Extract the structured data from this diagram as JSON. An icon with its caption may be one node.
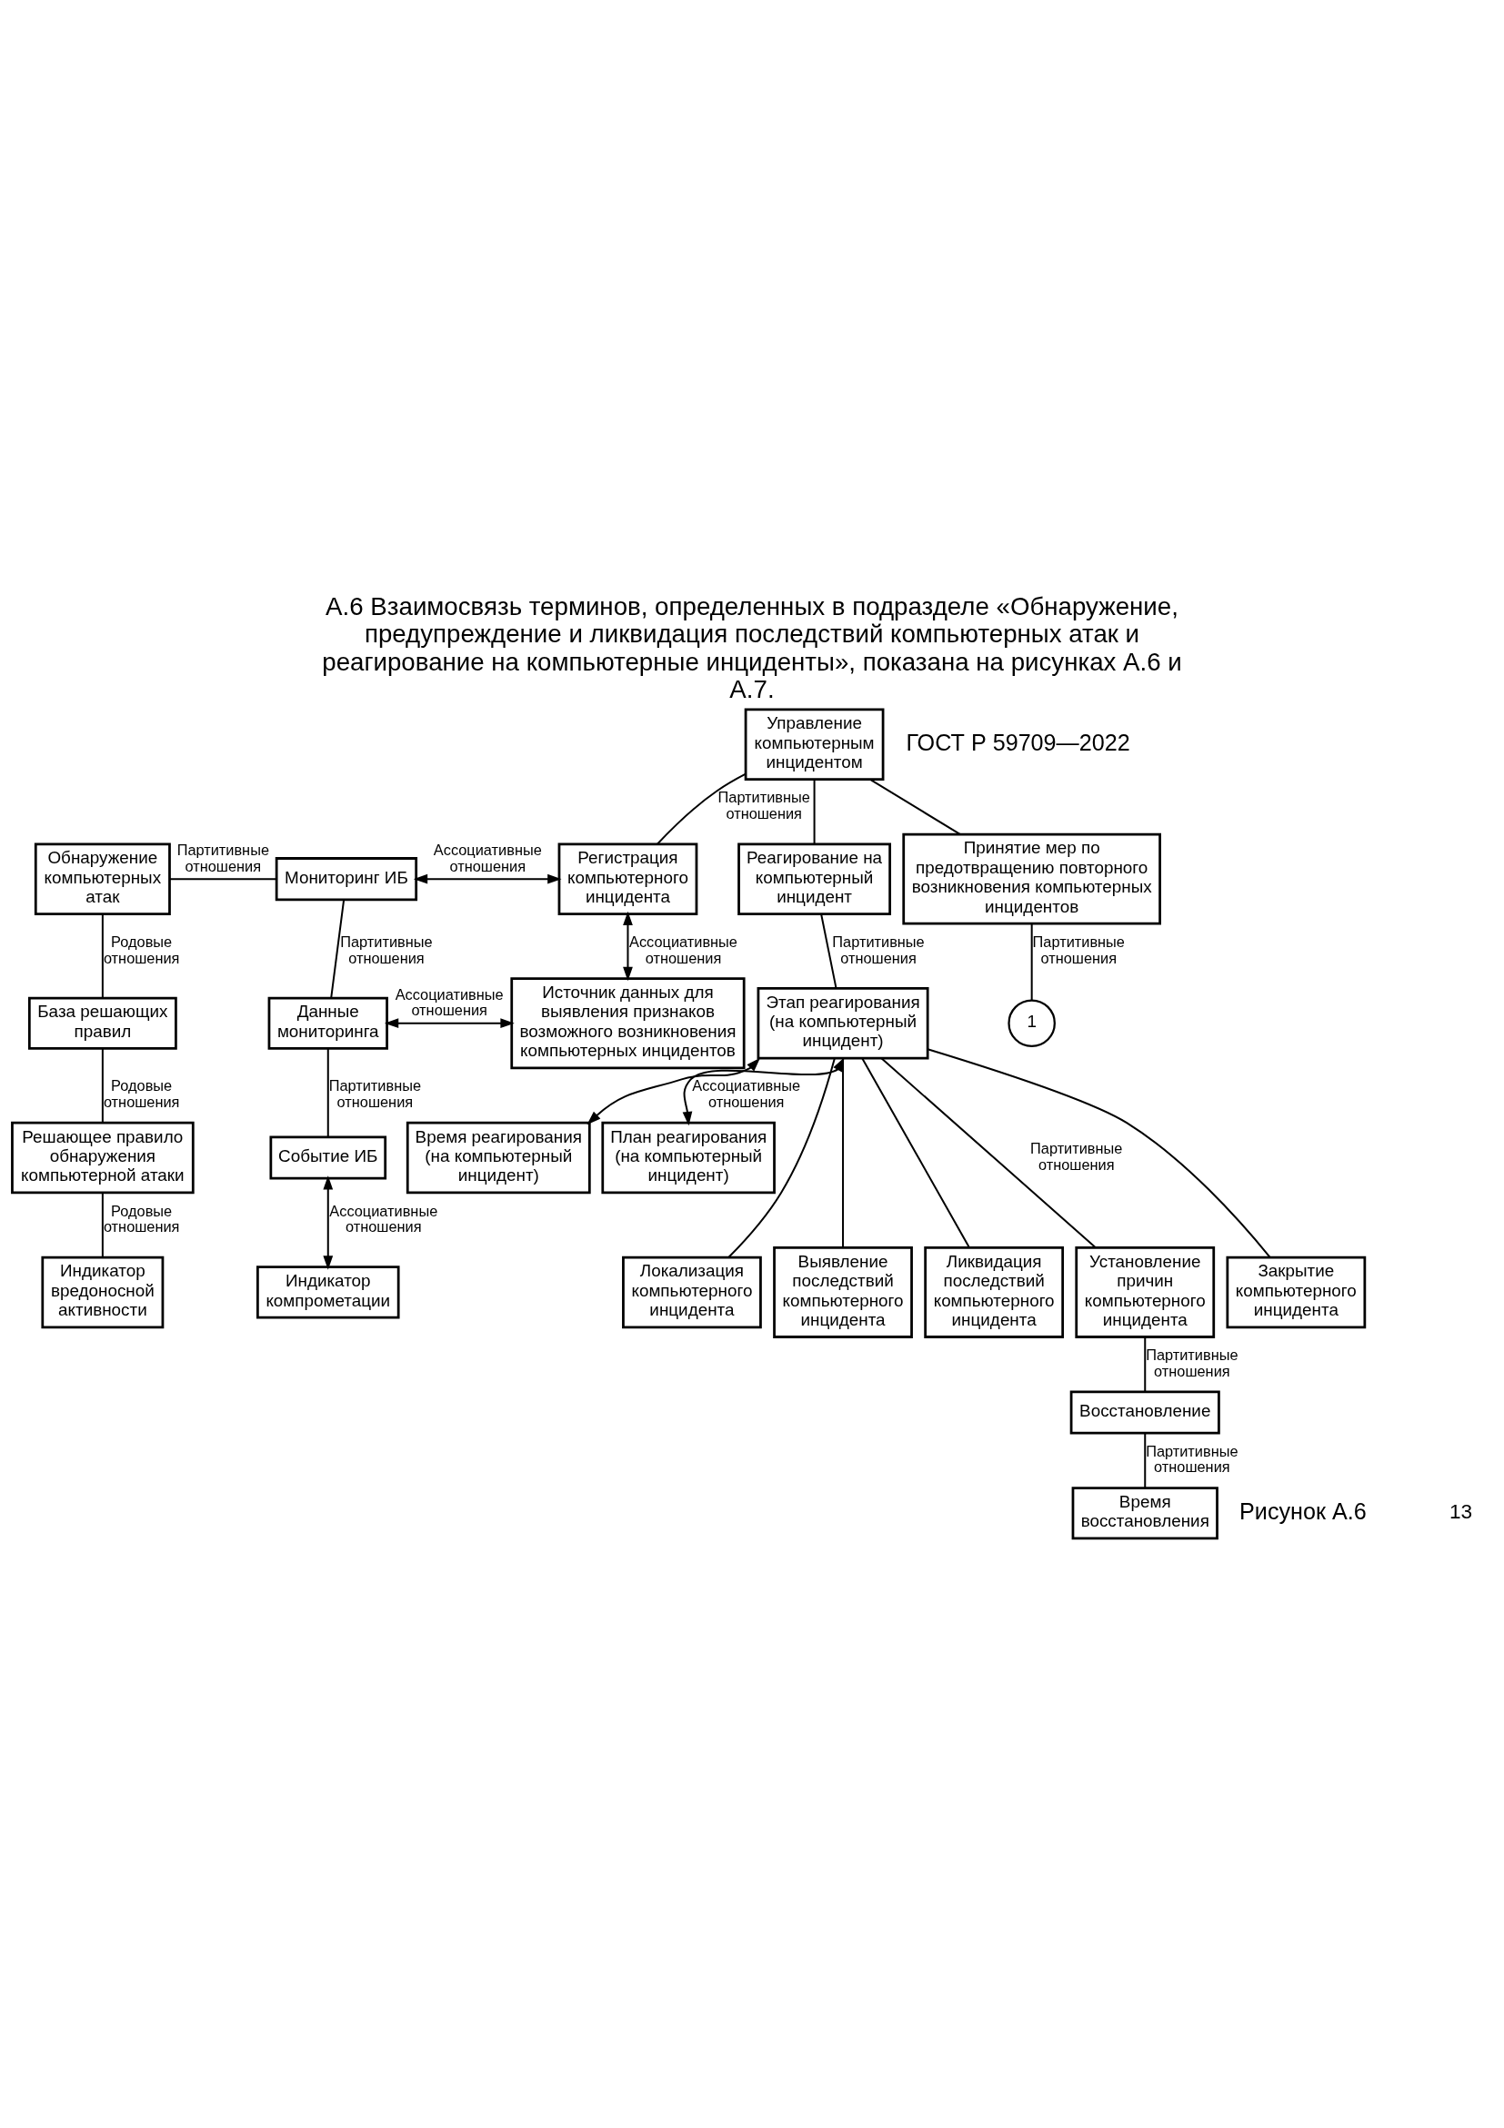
{
  "diagram": {
    "title": "А.6 Взаимосвязь терминов, определенных в подразделе «Обнаружение, предупреждение и ликвидация последствий компьютерных атак и реагирование на компьютерные инциденты», показана на рисунках А.6 и А.7.",
    "caption": "Рисунок А.6",
    "nodes": [
      {
        "text": [
          "Управление компьютерным инцидентом"
        ]
      },
      {
        "text": [
          "Принятие мер по предотвращению повторного возникновения компьютерных инцидентов"
        ]
      },
      {
        "text": [
          "1"
        ]
      },
      {
        "text": [
          "Реагирование на компьютерный инцидент"
        ]
      },
      {
        "text": [
          "Этап реагирования (на компьютерный инцидент)"
        ]
      },
      {
        "text": [
          "Закрытие компьютерного инцидента"
        ]
      },
      {
        "text": [
          "Установление причин компьютерного инцидента"
        ]
      },
      {
        "text": [
          "Восстановление"
        ]
      },
      {
        "text": [
          "Время восстановления"
        ]
      },
      {
        "text": [
          "Ликвидация последствий компьютерного инцидента"
        ]
      },
      {
        "text": [
          "Выявление последствий компьютерного инцидента"
        ]
      },
      {
        "text": [
          "Локализация компьютерного инцидента"
        ]
      },
      {
        "text": [
          "План реагирования (на компьютерный инцидент)"
        ]
      },
      {
        "text": [
          "Время реагирования (на компьютерный инцидент)"
        ]
      },
      {
        "text": [
          "Регистрация компьютерного инцидента"
        ]
      },
      {
        "text": [
          "Источник данных для выявления признаков возможного возникновения компьютерных инцидентов"
        ]
      },
      {
        "text": [
          "Мониторинг ИБ"
        ]
      },
      {
        "text": [
          "Данные мониторинга"
        ]
      },
      {
        "text": [
          "Событие ИБ"
        ]
      },
      {
        "text": [
          "Индикатор компрометации"
        ]
      },
      {
        "text": [
          "Обнаружение компьютерных атак"
        ]
      },
      {
        "text": [
          "База решающих правил"
        ]
      },
      {
        "text": [
          "Решающее правило обнаружения компьютерной атаки"
        ]
      },
      {
        "text": [
          "Индикатор вредоносной активности"
        ]
      }
    ],
    "edges": [
      {
        "from": 0,
        "to": 1,
        "arrow": "none"
      },
      {
        "from": 0,
        "to": 3,
        "arrow": "none"
      },
      {
        "from": 0,
        "to": 14,
        "arrow": "none",
        "label": "Партитивные отношения"
      },
      {
        "from": 1,
        "to": 2,
        "arrow": "none",
        "label": "Партитивные отношения"
      },
      {
        "from": 3,
        "to": 4,
        "arrow": "none",
        "label": "Партитивные отношения"
      },
      {
        "from": 4,
        "to": 5,
        "arrow": "none"
      },
      {
        "from": 4,
        "to": 6,
        "arrow": "none",
        "label": "Партитивные отношения"
      },
      {
        "from": 4,
        "to": 9,
        "arrow": "none"
      },
      {
        "from": 4,
        "to": 10,
        "arrow": "none"
      },
      {
        "from": 4,
        "to": 11,
        "arrow": "none"
      },
      {
        "from": 6,
        "to": 7,
        "arrow": "none",
        "label": "Партитивные отношения"
      },
      {
        "from": 7,
        "to": 8,
        "arrow": "none",
        "label": "Партитивные отношения"
      },
      {
        "from": 4,
        "to": 12,
        "arrow": "both",
        "label": "Ассоциативные отношения"
      },
      {
        "from": 4,
        "to": 13,
        "arrow": "both"
      },
      {
        "from": 14,
        "to": 15,
        "arrow": "both",
        "label": "Ассоциативные отношения"
      },
      {
        "from": 16,
        "to": 14,
        "arrow": "both",
        "label": "Ассоциативные отношения"
      },
      {
        "from": 17,
        "to": 15,
        "arrow": "both",
        "label": "Ассоциативные отношения"
      },
      {
        "from": 16,
        "to": 17,
        "arrow": "none",
        "label": "Партитивные отношения"
      },
      {
        "from": 17,
        "to": 18,
        "arrow": "none",
        "label": "Партитивные отношения"
      },
      {
        "from": 18,
        "to": 19,
        "arrow": "both",
        "label": "Ассоциативные отношения"
      },
      {
        "from": 20,
        "to": 16,
        "arrow": "none",
        "label": "Партитивные отношения"
      },
      {
        "from": 20,
        "to": 21,
        "arrow": "none",
        "label": "Родовые отношения"
      },
      {
        "from": 21,
        "to": 22,
        "arrow": "none",
        "label": "Родовые отношения"
      },
      {
        "from": 22,
        "to": 23,
        "arrow": "none",
        "label": "Родовые отношения"
      }
    ],
    "labels": [
      "ГОСТ Р 59709—2022",
      "13"
    ]
  }
}
